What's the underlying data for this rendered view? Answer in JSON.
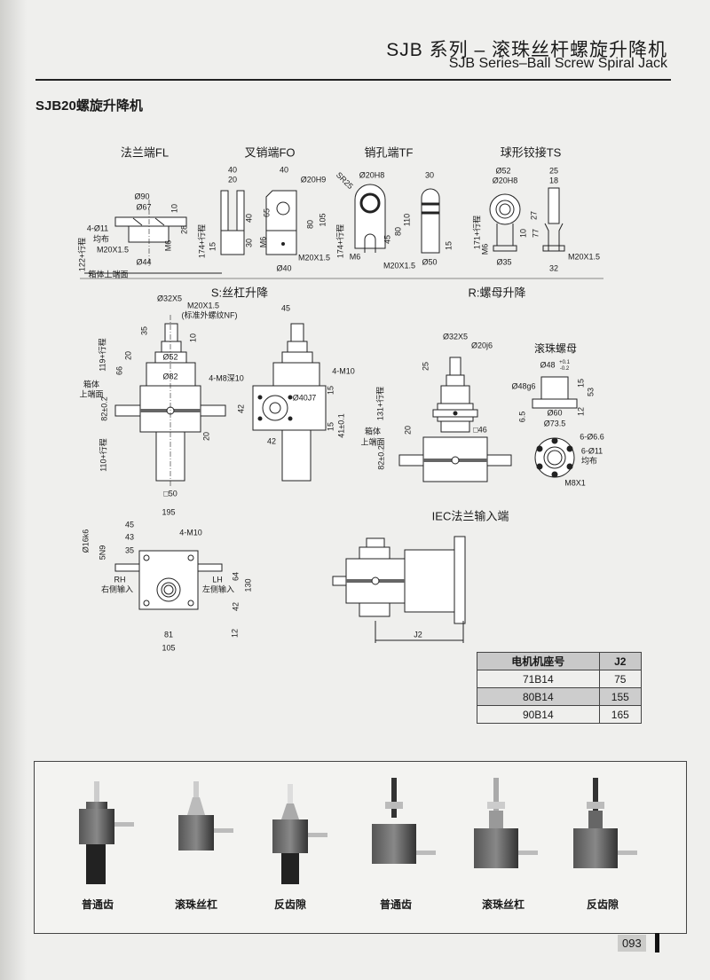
{
  "header": {
    "title_cn": "SJB 系列 – 滚珠丝杆螺旋升降机",
    "title_en": "SJB Series–Ball Screw Spiral Jack"
  },
  "section_title": "SJB20螺旋升降机",
  "ends": {
    "fl": {
      "title": "法兰端FL",
      "dims": [
        "Ø90",
        "Ø67",
        "10",
        "4-Ø11",
        "均布",
        "M20X1.5",
        "Ø44",
        "28",
        "M6",
        "122+行程",
        "箱体上端面"
      ]
    },
    "fo": {
      "title": "叉销端FO",
      "dims": [
        "40",
        "20",
        "40",
        "Ø20H9",
        "65",
        "40",
        "80",
        "105",
        "174+行程",
        "15",
        "30",
        "M6",
        "M20X1.5",
        "Ø40"
      ]
    },
    "tf": {
      "title": "销孔端TF",
      "dims": [
        "SR25",
        "Ø20H8",
        "30",
        "110",
        "80",
        "45",
        "174+行程",
        "M6",
        "M20X1.5",
        "Ø50",
        "15"
      ]
    },
    "ts": {
      "title": "球形铰接TS",
      "dims": [
        "Ø52",
        "Ø20H8",
        "25",
        "18",
        "27",
        "10",
        "77",
        "171+行程",
        "M6",
        "Ø35",
        "M20X1.5",
        "32"
      ]
    }
  },
  "s_lift": {
    "title": "S:丝杠升降",
    "dims": [
      "Ø32X5",
      "M20X1.5",
      "(标准外螺纹NF)",
      "35",
      "10",
      "119+行程",
      "20",
      "Ø52",
      "66",
      "Ø82",
      "箱体",
      "上端面",
      "82±0.2",
      "20",
      "110+行程",
      "□50",
      "45",
      "4-M10",
      "4-M8深10",
      "Ø40J7",
      "42",
      "15",
      "15",
      "41±0.1",
      "42"
    ]
  },
  "r_lift": {
    "title": "R:螺母升降",
    "dims": [
      "Ø32X5",
      "Ø20j6",
      "25",
      "131+行程",
      "箱体",
      "上端面",
      "20",
      "□46",
      "82±0.2"
    ],
    "nut": {
      "title": "滚珠螺母",
      "dims": [
        "Ø48",
        "+0.1",
        "-0.2",
        "Ø48g6",
        "15",
        "53",
        "Ø60",
        "12",
        "6.5",
        "Ø73.5",
        "6-Ø6.6",
        "6-Ø11",
        "均布",
        "M8X1"
      ]
    }
  },
  "plan": {
    "dims": [
      "195",
      "45",
      "43",
      "35",
      "Ø16k6",
      "5N9",
      "4-M10",
      "RH",
      "右侧输入",
      "LH",
      "左侧输入",
      "64",
      "130",
      "42",
      "12",
      "81",
      "105"
    ]
  },
  "iec": {
    "title": "IEC法兰输入端",
    "dims": [
      "J2"
    ]
  },
  "motor_table": {
    "headers": [
      "电机机座号",
      "J2"
    ],
    "rows": [
      [
        "71B14",
        "75"
      ],
      [
        "80B14",
        "155"
      ],
      [
        "90B14",
        "165"
      ]
    ]
  },
  "photos": {
    "labels": [
      "普通齿",
      "滚珠丝杠",
      "反齿隙",
      "普通齿",
      "滚珠丝杠",
      "反齿隙"
    ]
  },
  "page_number": "093"
}
